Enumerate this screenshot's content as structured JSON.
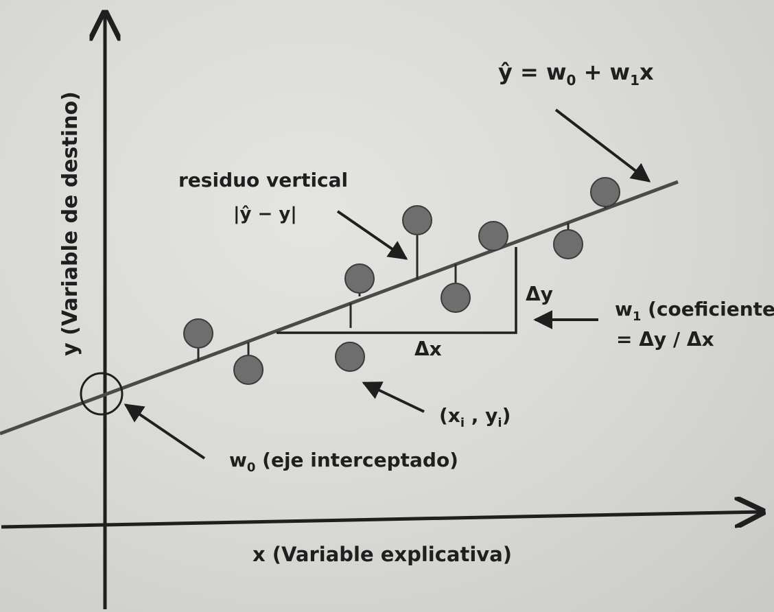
{
  "diagram": {
    "axes": {
      "x_label": "x (Variable explicativa)",
      "y_label": "y (Variable de destino)"
    },
    "equation": {
      "main": "ŷ = w",
      "sub0": "0",
      "plus": " + w",
      "sub1": "1",
      "var": "x"
    },
    "residual": {
      "title": "residuo vertical",
      "formula": "|ŷ − y|"
    },
    "slope": {
      "dy": "Δy",
      "dx": "Δx",
      "coef_w": "w",
      "coef_sub": "1",
      "coef_text": " (coeficiente)",
      "coef_formula": "= Δy / Δx"
    },
    "point_label": {
      "open": "(x",
      "sub_i1": "i",
      "mid": " , y",
      "sub_i2": "i",
      "close": ")"
    },
    "intercept": {
      "w": "w",
      "sub": "0",
      "text": " (eje interceptado)"
    },
    "colors": {
      "ink": "#1f1f1f",
      "point_fill": "#6e6e6e",
      "point_stroke": "#3a3a3a"
    }
  }
}
